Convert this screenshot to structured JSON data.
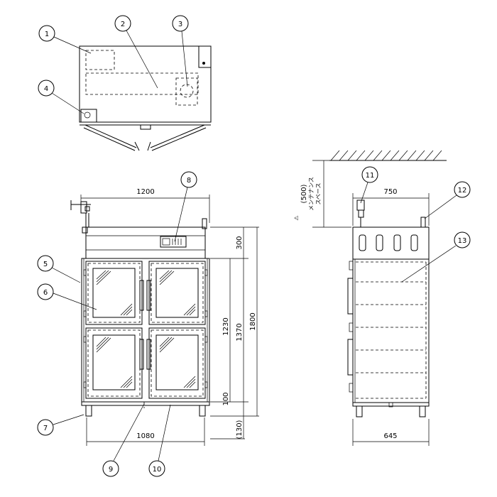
{
  "callouts": [
    "1",
    "2",
    "3",
    "4",
    "5",
    "6",
    "7",
    "8",
    "9",
    "10",
    "11",
    "12",
    "13"
  ],
  "dimensions": {
    "front_width": "1200",
    "front_inner_width": "1080",
    "top_section": "300",
    "door_height": "1230",
    "cabinet_height": "1370",
    "total_height": "1800",
    "base_height": "100",
    "leg_height": "(130)",
    "side_depth": "750",
    "side_base_depth": "645",
    "maintenance_space": "(500)",
    "maintenance_label": "メンテナンス",
    "maintenance_label_2": "スペース",
    "warning_symbol": "⚠"
  }
}
